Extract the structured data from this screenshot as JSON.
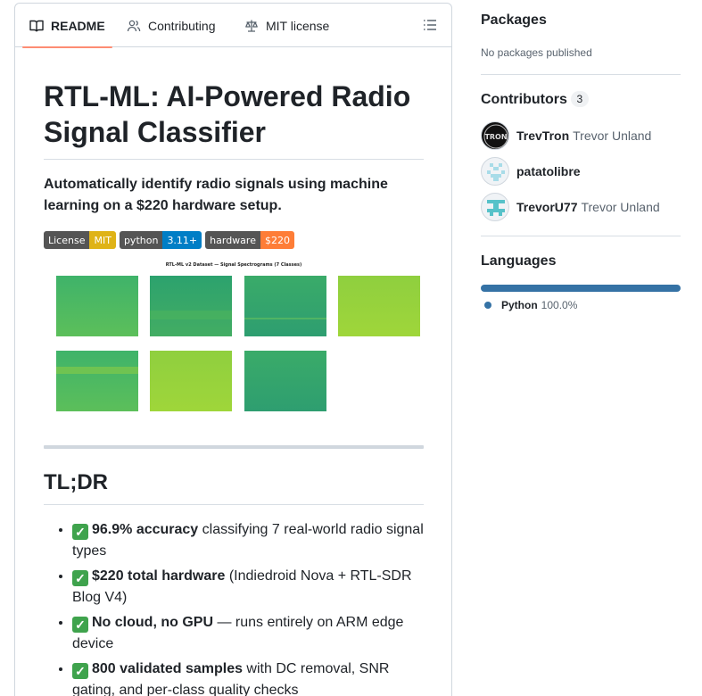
{
  "tabs": {
    "readme": "README",
    "contributing": "Contributing",
    "license": "MIT license"
  },
  "readme": {
    "title": "RTL-ML: AI-Powered Radio Signal Classifier",
    "subtitle": "Automatically identify radio signals using machine learning on a $220 hardware setup.",
    "badges": [
      {
        "label": "License",
        "value": "MIT",
        "color": "#dfb317"
      },
      {
        "label": "python",
        "value": "3.11+",
        "color": "#007ec6"
      },
      {
        "label": "hardware",
        "value": "$220",
        "color": "#fe7d37"
      }
    ],
    "figure_title": "RTL-ML v2 Dataset — Signal Spectrograms (7 Classes)",
    "tldr_heading": "TL;DR",
    "tldr": [
      {
        "bold": "96.9% accuracy",
        "rest": " classifying 7 real-world radio signal types"
      },
      {
        "bold": "$220 total hardware",
        "rest": " (Indiedroid Nova + RTL-SDR Blog V4)"
      },
      {
        "bold": "No cloud, no GPU",
        "rest": " — runs entirely on ARM edge device"
      },
      {
        "bold": "800 validated samples",
        "rest": " with DC removal, SNR gating, and per-class quality checks"
      }
    ]
  },
  "sidebar": {
    "packages": {
      "heading": "Packages",
      "text": "No packages published"
    },
    "contributors": {
      "heading": "Contributors",
      "count": "3",
      "people": [
        {
          "login": "TrevTron",
          "name": "Trevor Unland",
          "avatar_text": "TRON"
        },
        {
          "login": "patatolibre",
          "name": ""
        },
        {
          "login": "TrevorU77",
          "name": "Trevor Unland"
        }
      ]
    },
    "languages": {
      "heading": "Languages",
      "items": [
        {
          "name": "Python",
          "percent": "100.0%",
          "color": "#3572a5"
        }
      ]
    }
  }
}
